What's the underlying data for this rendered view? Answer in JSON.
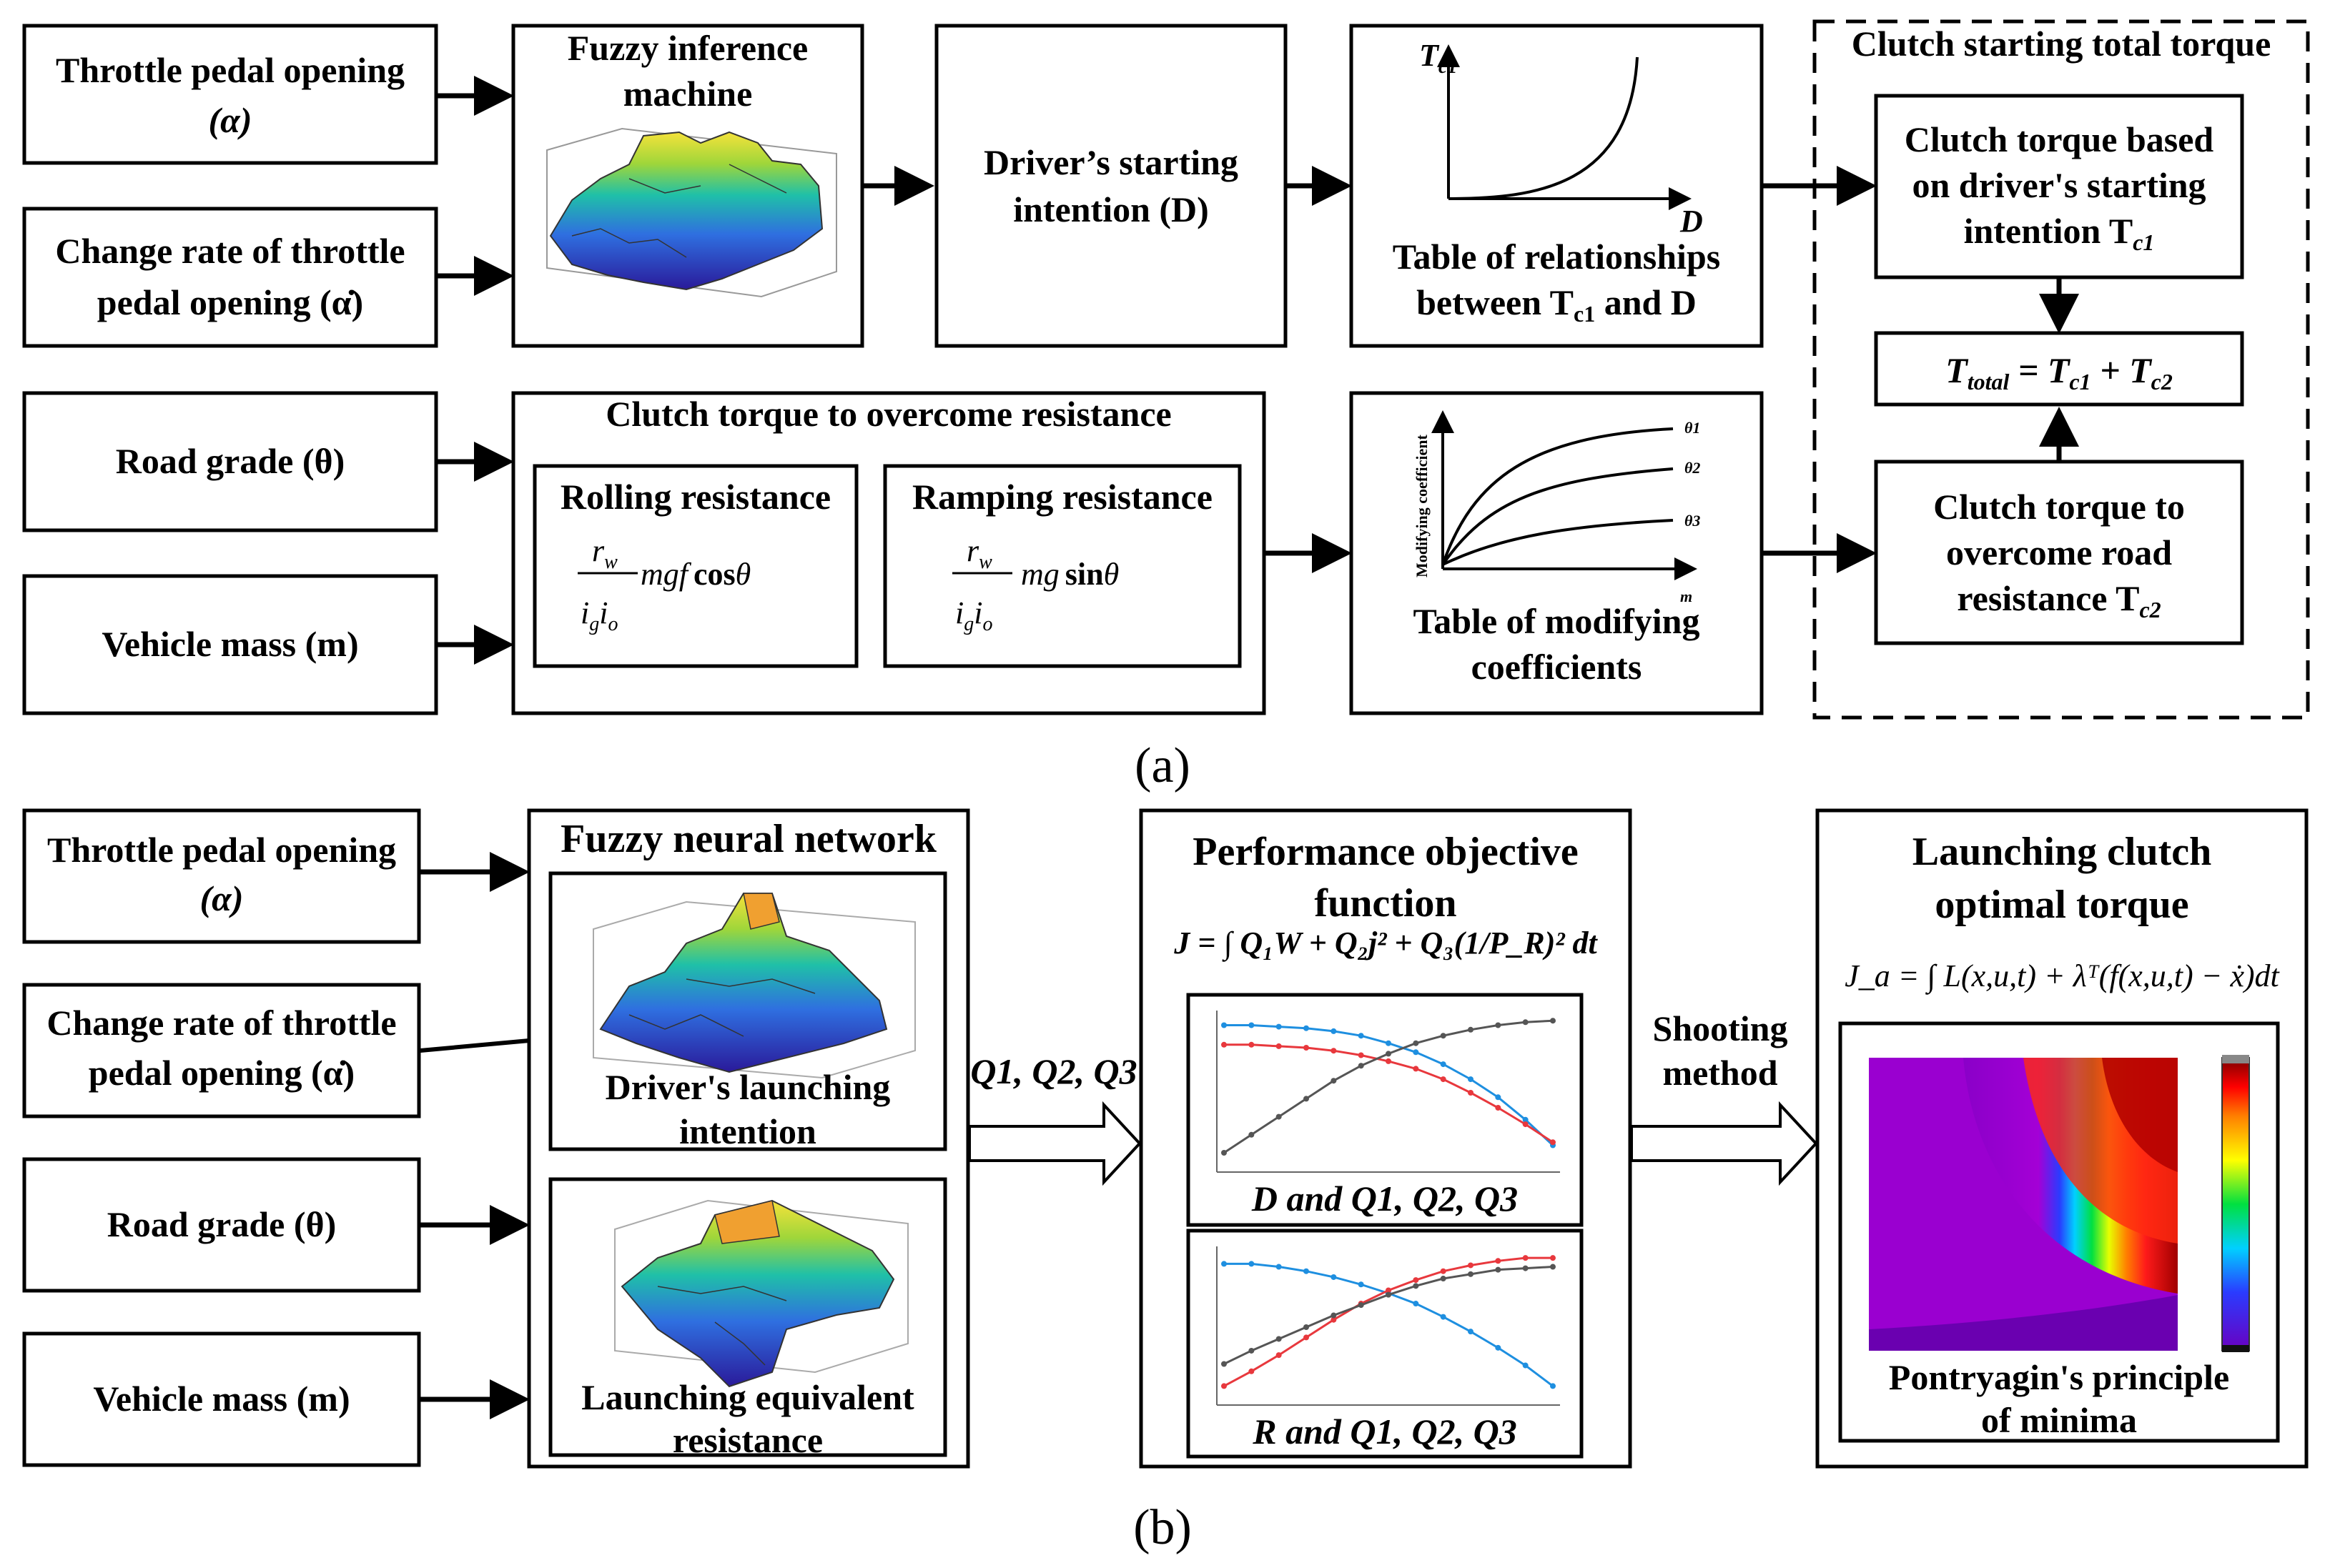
{
  "panel_a": {
    "caption": "(a)",
    "inputs": {
      "throttle_line1": "Throttle pedal opening",
      "throttle_sym": "(α)",
      "change_rate_line1": "Change rate of throttle",
      "change_rate_line2": "pedal opening (α̇)",
      "road_grade": "Road grade (θ)",
      "vehicle_mass": "Vehicle mass (m)"
    },
    "fuzzy_line1": "Fuzzy inference",
    "fuzzy_line2": "machine",
    "intention_line1": "Driver’s starting",
    "intention_line2": "intention (D)",
    "table_rel_line1": "Table of relationships",
    "table_rel_line2": "between T",
    "table_rel_sub": "c1",
    "table_rel_end": " and D",
    "curve_y_label": "T",
    "curve_y_sub": "c1",
    "curve_x_label": "D",
    "resistance_title": "Clutch torque to overcome resistance",
    "rolling_title": "Rolling resistance",
    "ramping_title": "Ramping resistance",
    "rolling_formula_num": "r",
    "rolling_formula_num_sub": "w",
    "rolling_formula_den": "i",
    "rolling_formula_tail": "mgf",
    "rolling_formula_trig": "cos",
    "ramping_formula_tail": "mg",
    "ramping_formula_trig": "sin",
    "theta": "θ",
    "mod_axis_y": "Modifying coefficient",
    "mod_axis_x": "m",
    "mod_curves": [
      "θ1",
      "θ2",
      "θ3"
    ],
    "mod_table_line1": "Table of modifying",
    "mod_table_line2": "coefficients",
    "total_title": "Clutch starting total torque",
    "ct_based_line1": "Clutch torque based",
    "ct_based_line2": "on driver's starting",
    "ct_based_line3": "intention T",
    "ct_based_sub": "c1",
    "total_eq": "T",
    "total_eq_sub": "total",
    "total_eq_rest": " = T",
    "total_eq_s1": "c1",
    "total_eq_plus": " + T",
    "total_eq_s2": "c2",
    "road_res_line1": "Clutch torque to",
    "road_res_line2": "overcome road",
    "road_res_line3": "resistance T",
    "road_res_sub": "c2"
  },
  "panel_b": {
    "caption": "(b)",
    "inputs": {
      "throttle_line1": "Throttle pedal opening",
      "throttle_sym": "(α)",
      "change_rate_line1": "Change rate of throttle",
      "change_rate_line2": "pedal opening (α̇)",
      "road_grade": "Road grade (θ)",
      "vehicle_mass": "Vehicle mass (m)"
    },
    "fnn_title": "Fuzzy neural network",
    "launch_intention_line1": "Driver's launching",
    "launch_intention_line2": "intention",
    "equiv_res_line1": "Launching equivalent",
    "equiv_res_line2": "resistance",
    "q_label": "Q1, Q2, Q3",
    "perf_line1": "Performance objective",
    "perf_line2": "function",
    "perf_formula": "J = ∫ Q₁W + Q₂j² + Q₃(1/P_R)² dt",
    "chart1_caption": "D and Q1, Q2, Q3",
    "chart2_caption": "R and Q1, Q2, Q3",
    "shooting_line1": "Shooting",
    "shooting_line2": "method",
    "optimal_line1": "Launching clutch",
    "optimal_line2": "optimal torque",
    "optimal_formula": "J_a = ∫ L(x,u,t) + λᵀ(f(x,u,t) − ẋ)dt",
    "pontryagin_line1": "Pontryagin's principle",
    "pontryagin_line2": "of minima"
  },
  "colors": {
    "series_blue": "#1e8fe0",
    "series_red": "#e8383d",
    "series_gray": "#555555"
  },
  "chart_data": [
    {
      "type": "line",
      "caption": "D and Q1, Q2, Q3",
      "x": [
        0,
        1,
        2,
        3,
        4,
        5,
        6,
        7,
        8,
        9,
        10,
        11,
        12
      ],
      "series": [
        {
          "values": [
            0.95,
            0.95,
            0.94,
            0.93,
            0.91,
            0.88,
            0.83,
            0.77,
            0.69,
            0.59,
            0.47,
            0.32,
            0.15
          ]
        },
        {
          "values": [
            0.82,
            0.82,
            0.81,
            0.8,
            0.78,
            0.75,
            0.71,
            0.66,
            0.59,
            0.5,
            0.4,
            0.29,
            0.17
          ]
        },
        {
          "values": [
            0.1,
            0.22,
            0.34,
            0.46,
            0.58,
            0.68,
            0.76,
            0.83,
            0.88,
            0.92,
            0.95,
            0.97,
            0.98
          ]
        }
      ]
    },
    {
      "type": "line",
      "caption": "R and Q1, Q2, Q3",
      "x": [
        0,
        1,
        2,
        3,
        4,
        5,
        6,
        7,
        8,
        9,
        10,
        11,
        12
      ],
      "series": [
        {
          "values": [
            0.93,
            0.93,
            0.91,
            0.88,
            0.84,
            0.79,
            0.73,
            0.66,
            0.57,
            0.47,
            0.36,
            0.24,
            0.1
          ]
        },
        {
          "values": [
            0.1,
            0.2,
            0.31,
            0.43,
            0.55,
            0.66,
            0.75,
            0.82,
            0.88,
            0.92,
            0.95,
            0.97,
            0.97
          ]
        },
        {
          "values": [
            0.25,
            0.34,
            0.42,
            0.5,
            0.58,
            0.65,
            0.72,
            0.78,
            0.83,
            0.86,
            0.89,
            0.9,
            0.91
          ]
        }
      ]
    }
  ]
}
